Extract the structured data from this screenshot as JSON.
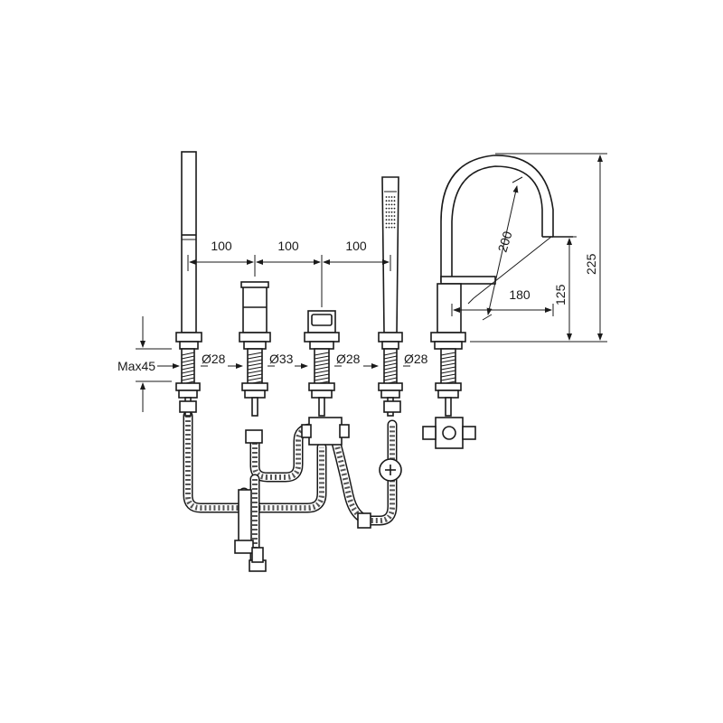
{
  "dimensions": {
    "spacing_1": "100",
    "spacing_2": "100",
    "spacing_3": "100",
    "max_deck": "Max45",
    "dia_1": "Ø28",
    "dia_2": "Ø33",
    "dia_3": "Ø28",
    "dia_4": "Ø28",
    "spout_reach": "200",
    "projection": "180",
    "outlet_height": "125",
    "total_height": "225"
  },
  "colors": {
    "line": "#1a1a1a",
    "background": "#ffffff"
  }
}
